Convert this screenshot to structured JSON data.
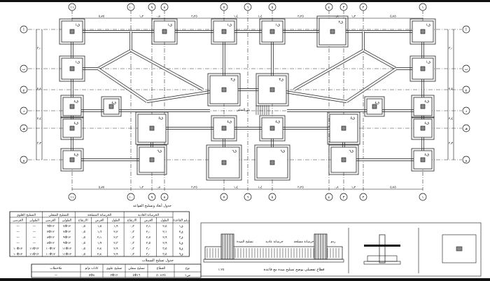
{
  "grid_columns": [
    "١١",
    "١٠",
    "٩",
    "٨",
    "٧",
    "٦",
    "٥",
    "٤",
    "٣",
    "٢",
    "١"
  ],
  "grid_rows": [
    "أ",
    "ب",
    "ج",
    "د",
    "هـ",
    "و"
  ],
  "dimensions_top": [
    "٥٫٧٥",
    "١٫٢",
    "٠٫٨",
    "٣٫٢٥",
    "١٫٤",
    "١٫٤",
    "٣٫٢٥",
    "٠٫٨",
    "١٫٢",
    "٥٫٧٥"
  ],
  "dimensions_side": [
    "٣٫٠",
    "٢٫٤",
    "٢٫٤",
    "٣٫٢"
  ],
  "footing_types": [
    "ق١",
    "ق٢",
    "ق٣",
    "ق٤",
    "ق٥",
    "ق٦"
  ],
  "stair_label": "بئر السلم",
  "footing_table": {
    "title": "جدول أبعاد وتسليح القواعد",
    "group_headers": [
      "الخرسانة العادية",
      "الخرسانة المسلحة",
      "التسليح السفلي",
      "التسليح العلوي"
    ],
    "columns": [
      "رقم القاعدة",
      "الطول",
      "العرض",
      "الارتفاع",
      "الطول",
      "العرض",
      "الارتفاع",
      "الطولي",
      "العرضي",
      "الطولي",
      "العرضي"
    ],
    "rows": [
      [
        "ق١",
        "٢٫٥",
        "٢٫١",
        "٠٫٣",
        "١٫٩",
        "١٫٥",
        "٠٫٥",
        "٧Φ١٢",
        "٦Φ١٢",
        "—",
        "—"
      ],
      [
        "ق٢",
        "٢٫١",
        "٢٫٠",
        "٠٫٣",
        "٢٫٢",
        "١٫٦",
        "٠٫٥",
        "٧Φ١٢",
        "٧Φ١٢",
        "—",
        "—"
      ],
      [
        "ق٣",
        "٢٫٩",
        "٢٫٧",
        "٠٫٣",
        "٢٫٣",
        "٢٫١",
        "٠٫٥",
        "٩Φ١٢",
        "٨Φ١٢",
        "—",
        "—"
      ],
      [
        "ق٤",
        "٢٫٩",
        "٢٫٥",
        "٠٫٣",
        "٢٫٣",
        "١٫٩",
        "٠٫٥",
        "٩Φ١٢",
        "٨Φ١٢",
        "—",
        "—"
      ],
      [
        "ق٥",
        "٣٫٥",
        "٣٫٠",
        "٠٫٣",
        "٢٫٩",
        "٢٫٤",
        "٠٫٥",
        "١١Φ١٢",
        "١٠Φ١٢",
        "١١Φ١٢",
        "١٠Φ١٢"
      ],
      [
        "ق٦",
        "٣٫٥",
        "٣٫٠",
        "٠٫٣",
        "٢٫٩",
        "٢٫٤",
        "٠٫٥",
        "١١Φ١٢",
        "١٠Φ١٢",
        "١١Φ١٢",
        "١٠Φ١٢"
      ]
    ]
  },
  "beam_table": {
    "title": "جدول تسليح السملات",
    "columns": [
      "نوع",
      "القطاع",
      "تسليح سفلي",
      "تسليح علوي",
      "كانات م/م",
      "ملاحظات"
    ],
    "rows": [
      [
        "س١",
        "٢٥×٥٠",
        "٤Φ١٦",
        "٢Φ١٢",
        "٥Φ٨",
        "—"
      ]
    ]
  },
  "section_title": "قطاع تفصيلي يوضح تسليح ميدة مع قاعدة",
  "section_scale": "١:٢٥",
  "section_notes": [
    "تسليح الميدة",
    "خرسانة عادية",
    "خرسانة مسلحة",
    "ردم"
  ]
}
